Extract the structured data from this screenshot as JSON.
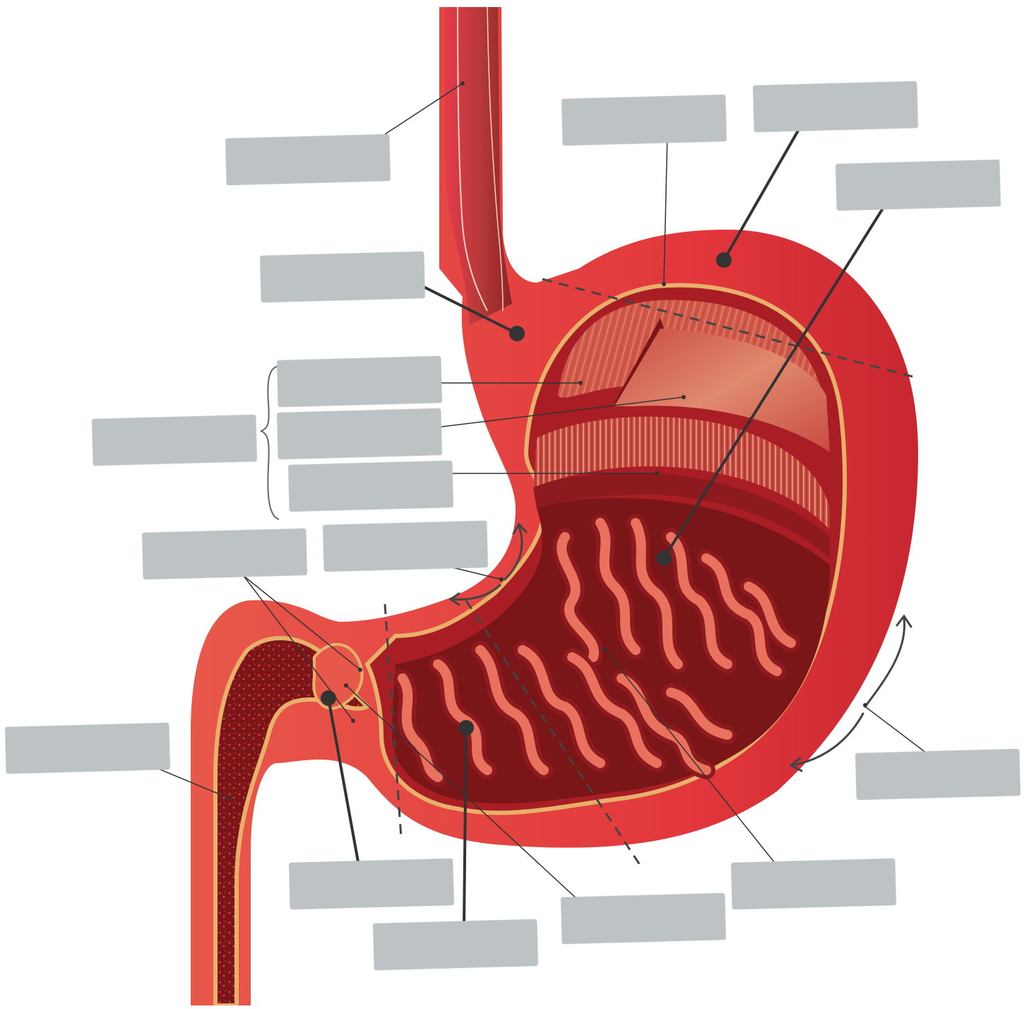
{
  "figure": {
    "subject": "stomach-anatomy",
    "colors": {
      "outer_wall": "#e2363c",
      "outer_wall_dark": "#c8272e",
      "inner_wall": "#a81e24",
      "lumen": "#7a1518",
      "rugae": "#e8725d",
      "rugae_outline": "#8c1a1e",
      "submucosa_line": "#e8b06a",
      "muscle_layer": "#d9694f",
      "label_box": "#bdc3c5",
      "leader_line": "#333333"
    },
    "labels": [
      {
        "id": "esophagus",
        "text": ""
      },
      {
        "id": "fundus-line",
        "text": ""
      },
      {
        "id": "fundus",
        "text": ""
      },
      {
        "id": "rugae-top",
        "text": ""
      },
      {
        "id": "cardia",
        "text": ""
      },
      {
        "id": "muscularis-group",
        "text": ""
      },
      {
        "id": "longitudinal-layer",
        "text": ""
      },
      {
        "id": "circular-layer",
        "text": ""
      },
      {
        "id": "oblique-layer",
        "text": ""
      },
      {
        "id": "pyloric-sphincter",
        "text": ""
      },
      {
        "id": "lesser-curvature",
        "text": ""
      },
      {
        "id": "greater-curvature",
        "text": ""
      },
      {
        "id": "duodenum",
        "text": ""
      },
      {
        "id": "pylorus",
        "text": ""
      },
      {
        "id": "rugae-bottom",
        "text": ""
      },
      {
        "id": "pyloric-canal",
        "text": ""
      },
      {
        "id": "body",
        "text": ""
      }
    ]
  }
}
